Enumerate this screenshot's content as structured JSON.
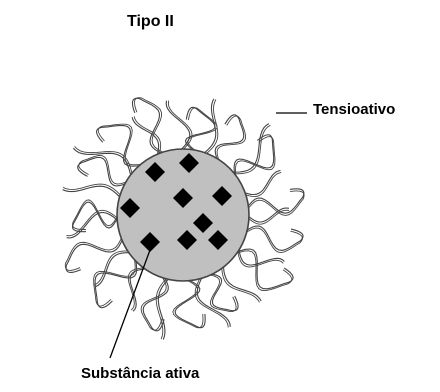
{
  "title": "Tipo II",
  "labels": {
    "surfactant": "Tensioativo",
    "active_substance": "Substância ativa"
  },
  "colors": {
    "core_fill": "#c0c0c0",
    "stroke": "#444444",
    "diamond": "#000000",
    "text": "#000000"
  }
}
